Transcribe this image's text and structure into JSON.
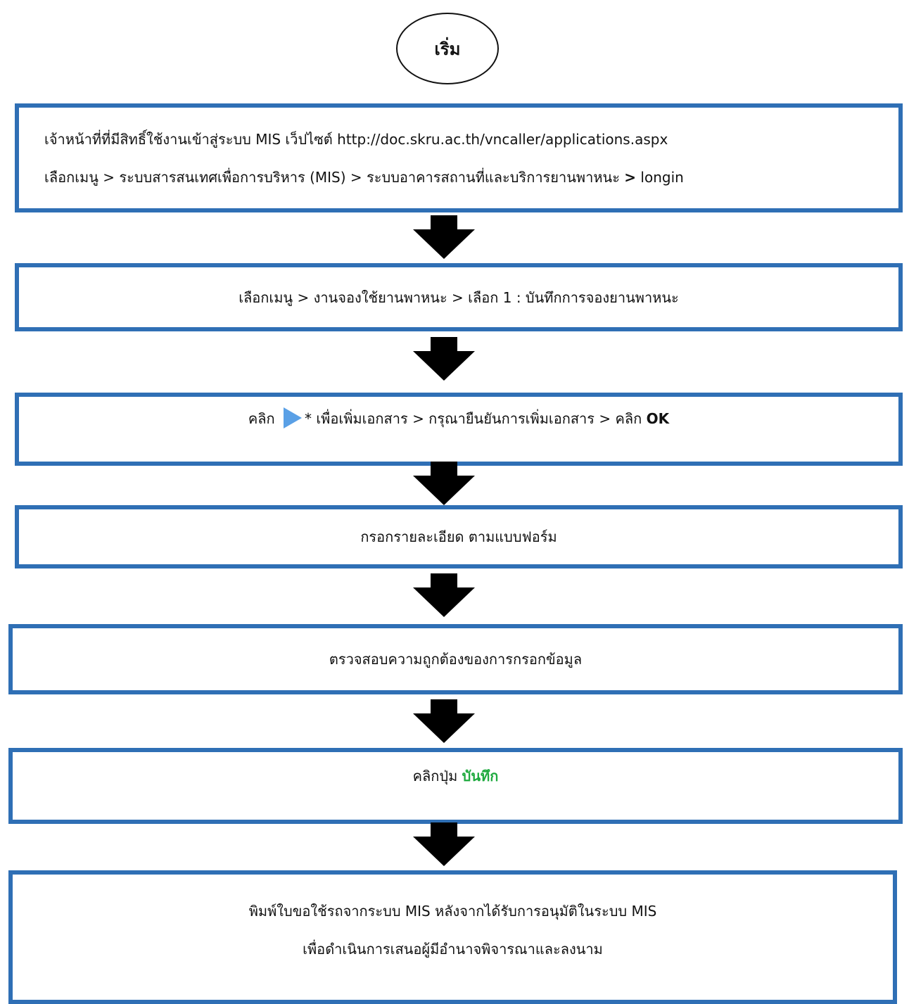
{
  "start": {
    "label": "เริ่ม"
  },
  "step1": {
    "line1": "เจ้าหน้าที่ที่มีสิทธิ์ใช้งานเข้าสู่ระบบ MIS  เว็ปไซต์ http://doc.skru.ac.th/vncaller/applications.aspx",
    "line2_a": "เลือกเมนู > ระบบสารสนเทศเพื่อการบริหาร (MIS) > ระบบอาคารสถานที่และบริการยานพาหนะ ",
    "line2_gt": ">",
    "line2_b": " longin"
  },
  "step2": {
    "text": "เลือกเมนู > งานจองใช้ยานพาหนะ  > เลือก 1 : บันทึกการจองยานพาหนะ"
  },
  "step3": {
    "prefix": "คลิก",
    "suffix": "* เพื่อเพิ่มเอกสาร > กรุณายืนยันการเพิ่มเอกสาร > คลิก ",
    "ok": "OK",
    "icon": "play-triangle-icon"
  },
  "step4": {
    "text": "กรอกรายละเอียด  ตามแบบฟอร์ม"
  },
  "step5": {
    "text": "ตรวจสอบความถูกต้องของการกรอกข้อมูล"
  },
  "step6": {
    "prefix": "คลิกปุ่ม ",
    "save": "บันทึก"
  },
  "step7": {
    "line1": "พิมพ์ใบขอใช้รถจากระบบ MIS หลังจากได้รับการอนุมัติในระบบ MIS",
    "line2": "เพื่อดำเนินการเสนอผู้มีอำนาจพิจารณาและลงนาม"
  },
  "colors": {
    "box_border": "#2f6fb5",
    "save_text": "#1faa3f",
    "icon_fill": "#5aa0e6"
  }
}
